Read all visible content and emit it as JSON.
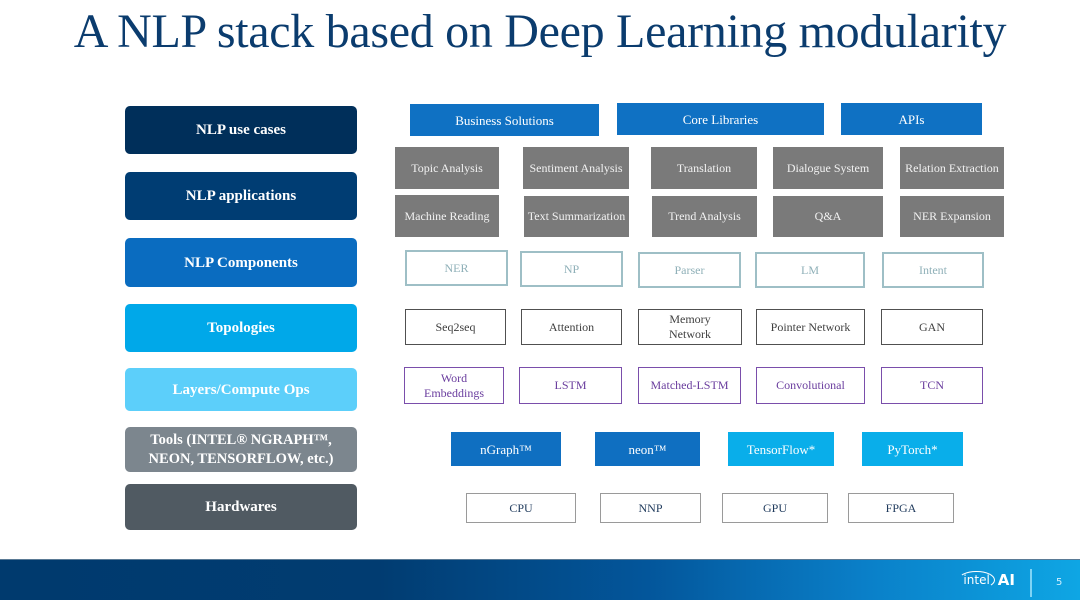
{
  "title": "A NLP stack based on Deep Learning modularity",
  "layers": [
    {
      "label": "NLP use cases",
      "color": "#002f5a"
    },
    {
      "label": "NLP applications",
      "color": "#003d73"
    },
    {
      "label": "NLP Components",
      "color": "#0a6cc0"
    },
    {
      "label": "Topologies",
      "color": "#00a8e9"
    },
    {
      "label": "Layers/Compute Ops",
      "color": "#5ccffa"
    },
    {
      "label": "Tools (INTEL® NGRAPH™, NEON, TENSORFLOW, etc.)",
      "color": "#7c868e"
    },
    {
      "label": "Hardwares",
      "color": "#505a62"
    }
  ],
  "use_cases": [
    "Business Solutions",
    "Core Libraries",
    "APIs"
  ],
  "applications": {
    "row1": [
      "Topic Analysis",
      "Sentiment Analysis",
      "Translation",
      "Dialogue System",
      "Relation Extraction"
    ],
    "row2": [
      "Machine Reading",
      "Text Summarization",
      "Trend Analysis",
      "Q&A",
      "NER Expansion"
    ]
  },
  "components": [
    "NER",
    "NP",
    "Parser",
    "LM",
    "Intent"
  ],
  "topologies": [
    "Seq2seq",
    "Attention",
    "Memory Network",
    "Pointer Network",
    "GAN"
  ],
  "compute_ops": [
    "Word Embeddings",
    "LSTM",
    "Matched-LSTM",
    "Convolutional",
    "TCN"
  ],
  "tools": [
    "nGraph™",
    "neon™",
    "TensorFlow*",
    "PyTorch*"
  ],
  "hardwares": [
    "CPU",
    "NNP",
    "GPU",
    "FPGA"
  ],
  "footer": {
    "brand": "intel",
    "brand_suffix": "AI",
    "page_number": "5"
  }
}
